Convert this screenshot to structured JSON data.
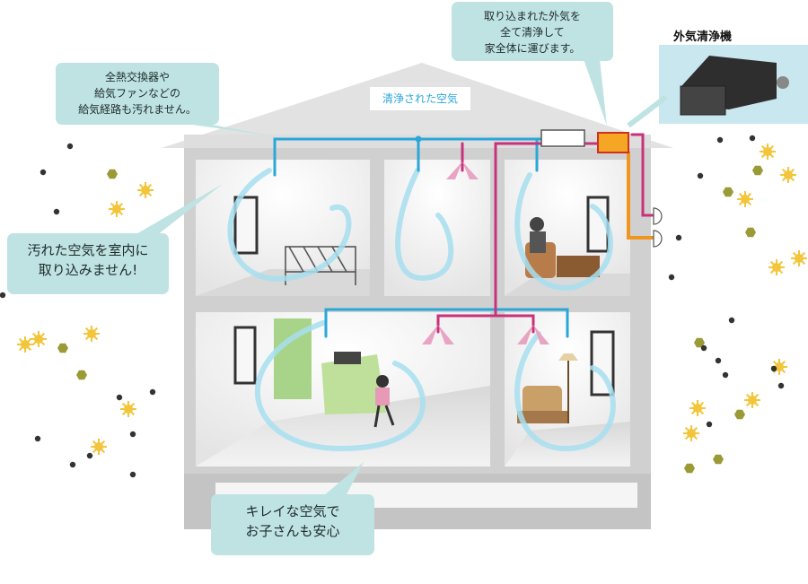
{
  "callouts": {
    "intake_cleaned": [
      "取り込まれた外気を",
      "全て清浄して",
      "家全体に運びます。"
    ],
    "ducts_clean": [
      "全熱交換器や",
      "給気ファンなどの",
      "給気経路も汚れません。"
    ],
    "no_dirty_air": [
      "汚れた空気を室内に",
      "取り込みません!"
    ],
    "clean_air_safe": [
      "キレイな空気で",
      "お子さんも安心"
    ]
  },
  "labels": {
    "purified_air": "清浄された空気",
    "outdoor_air_purifier": "外気清浄機"
  },
  "colors": {
    "clean_duct": "#2aa7d9",
    "supply_duct": "#c8327a",
    "intake_duct": "#f0961e",
    "purifier_unit": "#f5a623",
    "callout_bg": "#bfe3e3",
    "pollen": "#f3c53a",
    "dust_hex": "#9a9a36",
    "soot": "#333333"
  },
  "icons": [
    "pollen-icon",
    "dust-particle-icon",
    "soot-particle-icon",
    "supply-vent-icon",
    "air-flow-arrow-icon"
  ]
}
